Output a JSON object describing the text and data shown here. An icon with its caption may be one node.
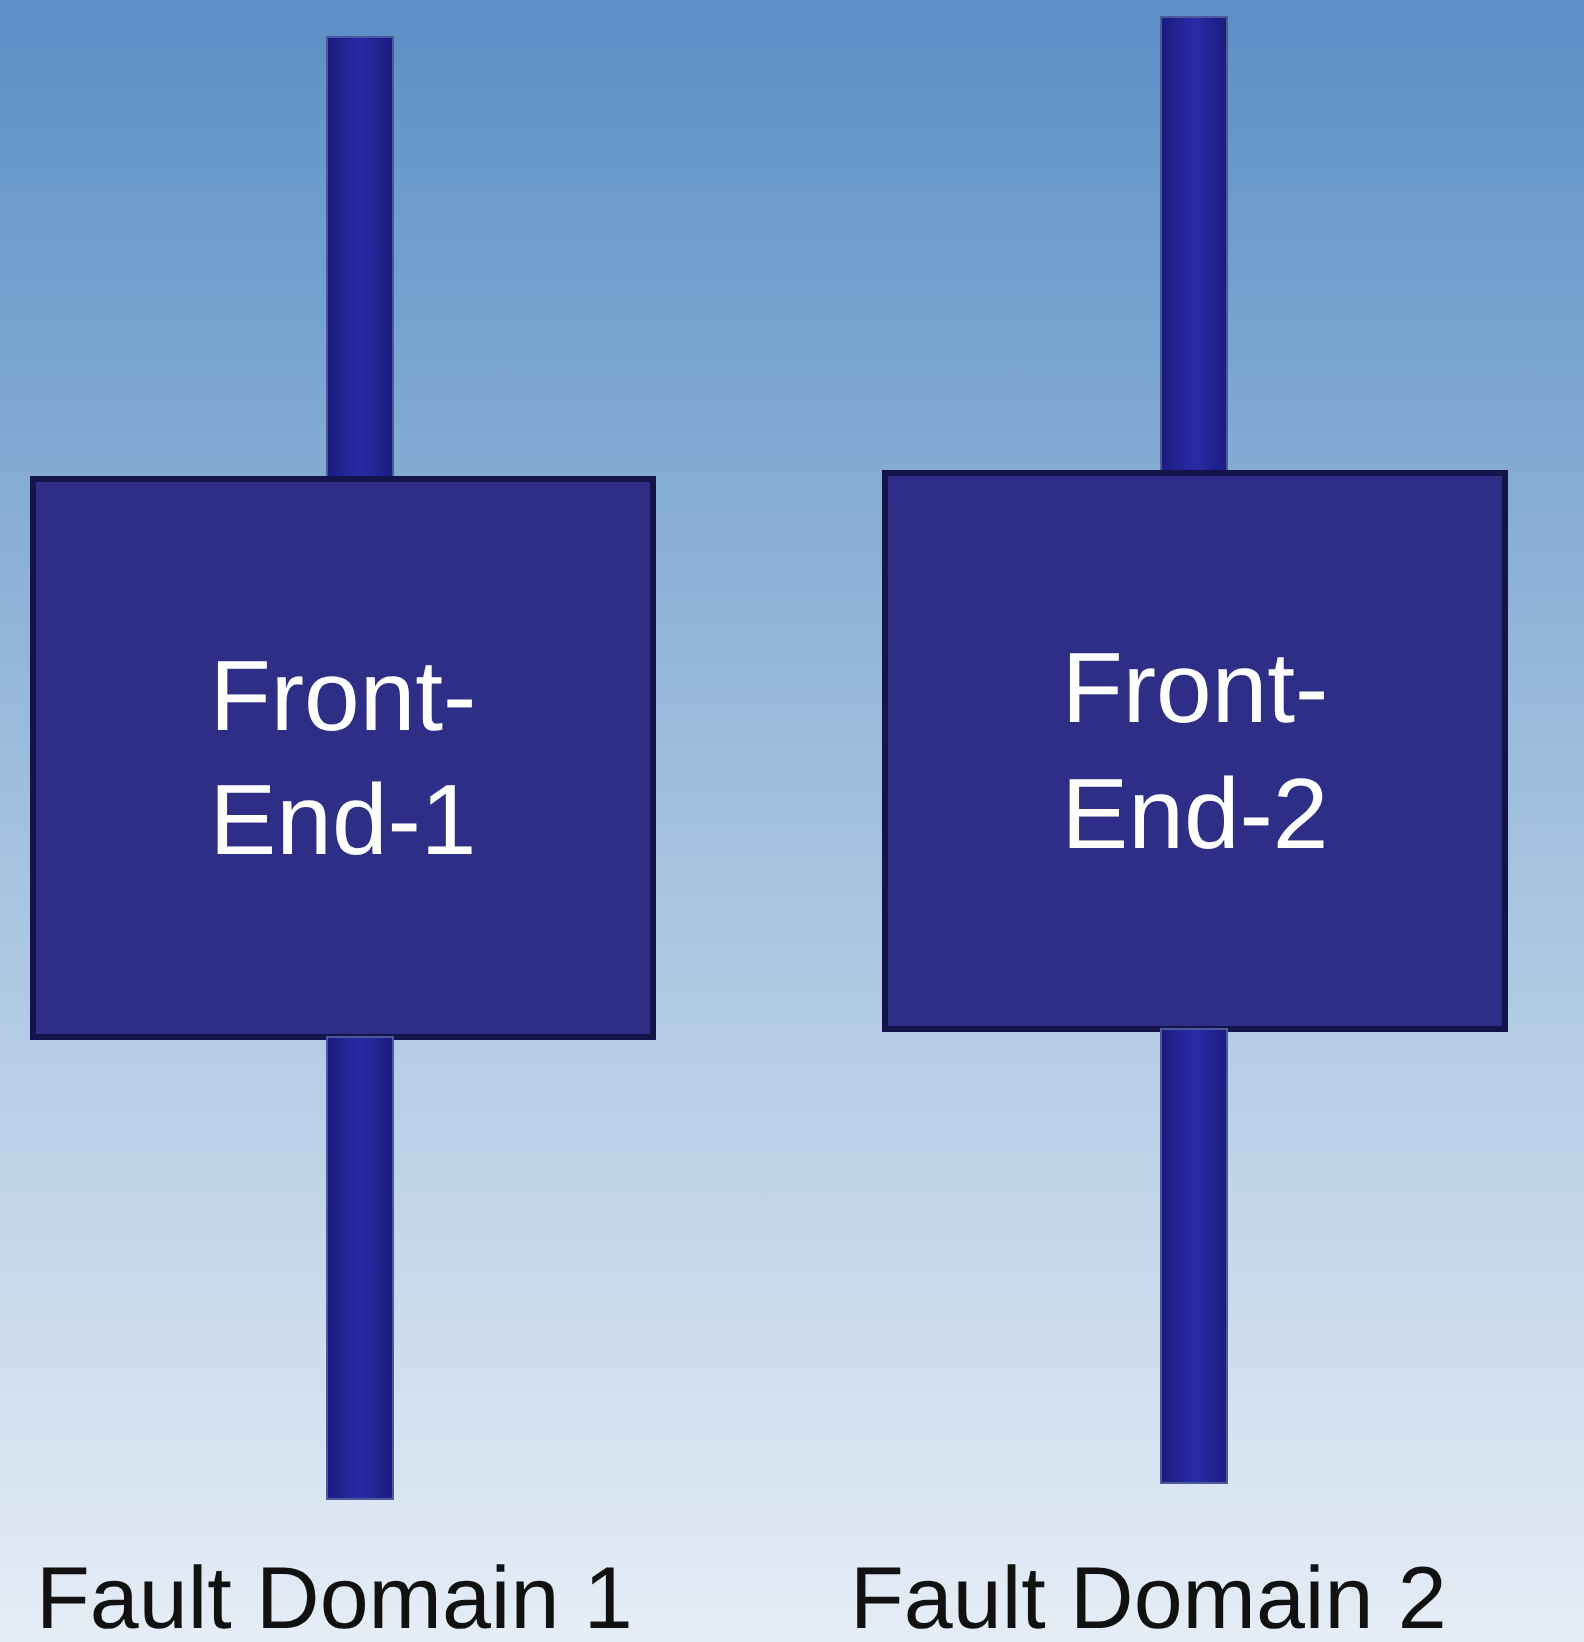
{
  "diagram": {
    "nodes": [
      {
        "text": [],
        "shape": "bar"
      },
      {
        "text": [
          "Front-End-1"
        ]
      },
      {
        "text": [],
        "shape": "bar",
        "beside": [
          "Fault Domain 1"
        ]
      },
      {
        "text": [],
        "shape": "bar"
      },
      {
        "text": [
          "Front-End-2"
        ]
      },
      {
        "text": [],
        "shape": "bar",
        "beside": [
          "Fault Domain 2"
        ]
      }
    ]
  }
}
